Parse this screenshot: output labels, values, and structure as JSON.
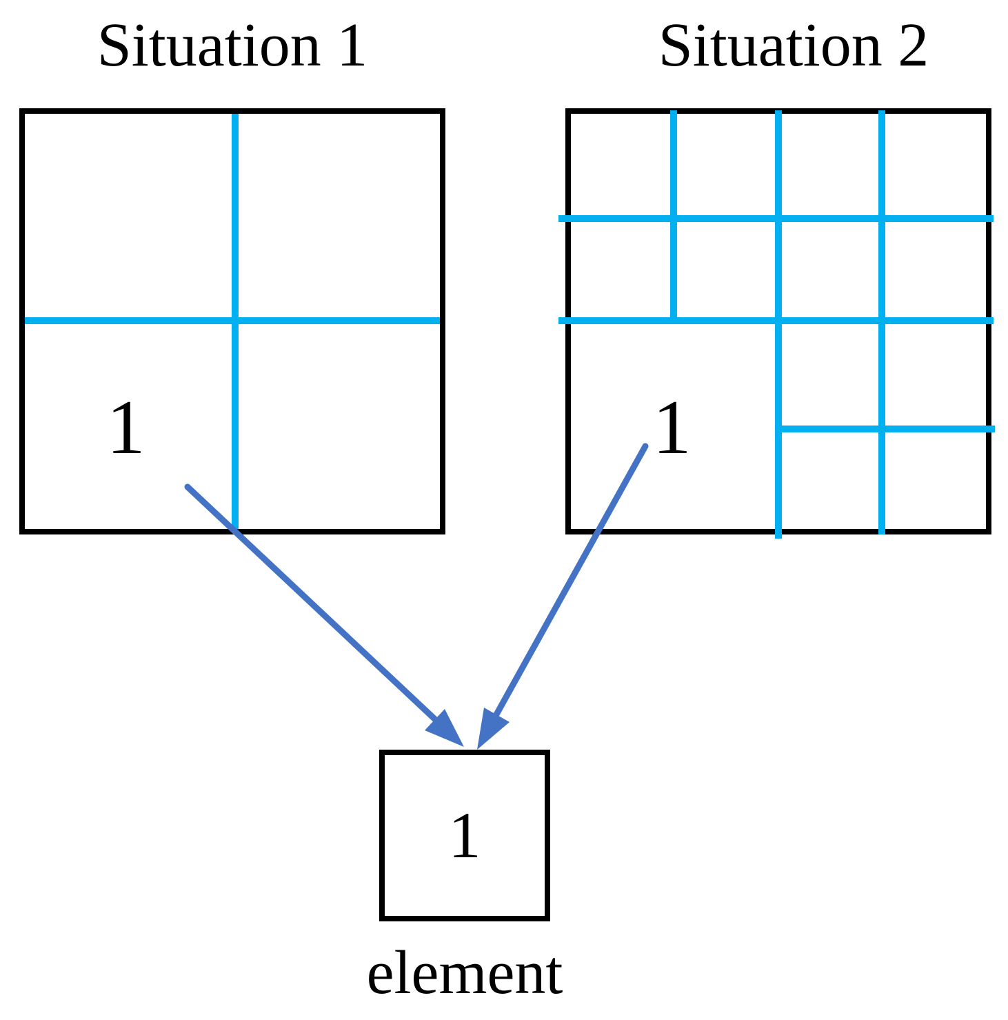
{
  "figure": {
    "situation1": {
      "title": "Situation 1",
      "cell_label": "1"
    },
    "situation2": {
      "title": "Situation 2",
      "cell_label": "1"
    },
    "element": {
      "value": "1",
      "caption": "element"
    },
    "colors": {
      "partition_line": "#00B0F0",
      "arrow": "#4472C4",
      "outline": "#000000",
      "background": "#FFFFFF"
    }
  }
}
